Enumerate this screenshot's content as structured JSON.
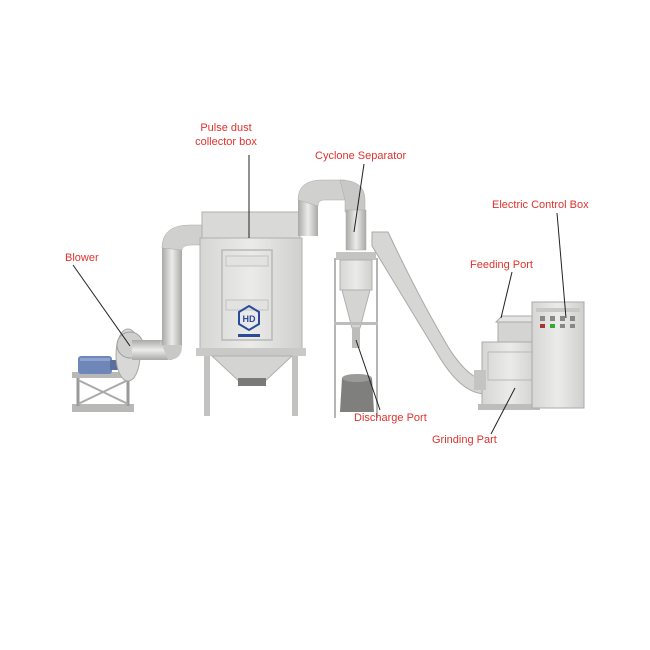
{
  "labels": {
    "pulse_dust_line1": "Pulse dust",
    "pulse_dust_line2": "collector box",
    "cyclone": "Cyclone Separator",
    "electric_control": "Electric Control Box",
    "blower": "Blower",
    "feeding_port": "Feeding Port",
    "discharge_port": "Discharge Port",
    "grinding_part": "Grinding Part"
  },
  "colors": {
    "label_text": "#e0322c",
    "leader_line": "#222222",
    "metal_light": "#e4e4e2",
    "metal_mid": "#c9c9c7",
    "metal_dark": "#9c9c9a",
    "motor_blue": "#6f86b8",
    "logo_blue": "#2a4a9a"
  },
  "logo": {
    "icon": "hd-logo-icon"
  }
}
